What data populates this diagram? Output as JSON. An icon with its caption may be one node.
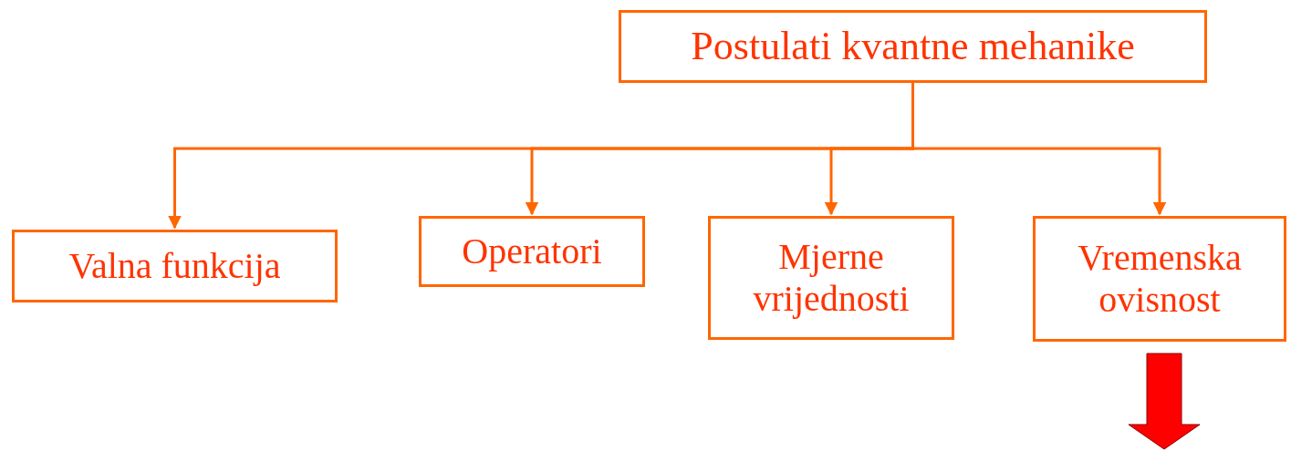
{
  "diagram": {
    "nodes": [
      {
        "text": [
          "Postulati kvantne mehanike"
        ]
      },
      {
        "text": [
          "Valna funkcija"
        ]
      },
      {
        "text": [
          "Operatori"
        ]
      },
      {
        "text": [
          "Mjerne vrijednosti"
        ]
      },
      {
        "text": [
          "Vremenska ovisnost"
        ]
      }
    ],
    "edges": [
      {
        "from": 0,
        "to": 1,
        "arrow": "to"
      },
      {
        "from": 0,
        "to": 2,
        "arrow": "to"
      },
      {
        "from": 0,
        "to": 3,
        "arrow": "to"
      },
      {
        "from": 0,
        "to": 4,
        "arrow": "to"
      }
    ]
  }
}
